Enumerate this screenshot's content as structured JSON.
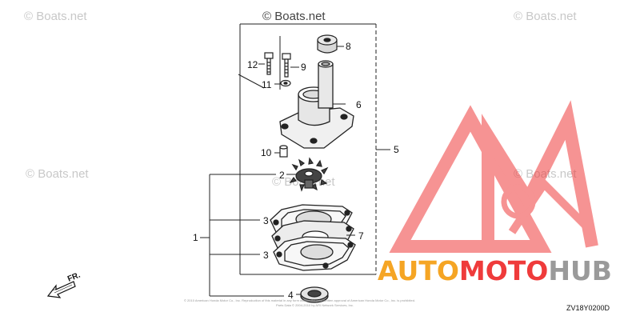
{
  "watermarks": {
    "top_center": "© Boats.net",
    "top_left": "© Boats.net",
    "top_right": "© Boats.net",
    "mid_left": "© Boats.net",
    "mid_center": "© Boats.net",
    "mid_right": "© Boats.net"
  },
  "callouts": {
    "c1": "1",
    "c2": "2",
    "c3a": "3",
    "c3b": "3",
    "c4": "4",
    "c5": "5",
    "c6": "6",
    "c7": "7",
    "c8": "8",
    "c9": "9",
    "c10": "10",
    "c11": "11",
    "c12": "12"
  },
  "direction_label": "FR.",
  "diagram_code": "ZV18Y0200D",
  "copyright_line1": "© 2010 American Honda Motor Co., Inc. Reproduction of this material in any form without the prior written approval of American Honda Motor Co., Inc. is prohibited.",
  "copyright_line2": "Parts Data © 2004-2010 by ARI Network Services, Inc.",
  "brand": {
    "part1": "AUTO",
    "part2": "MOTO",
    "part3": "HUB",
    "color_orange": "#f5a524",
    "color_red": "#ef3b3b",
    "color_gray": "#9a9a9a"
  }
}
